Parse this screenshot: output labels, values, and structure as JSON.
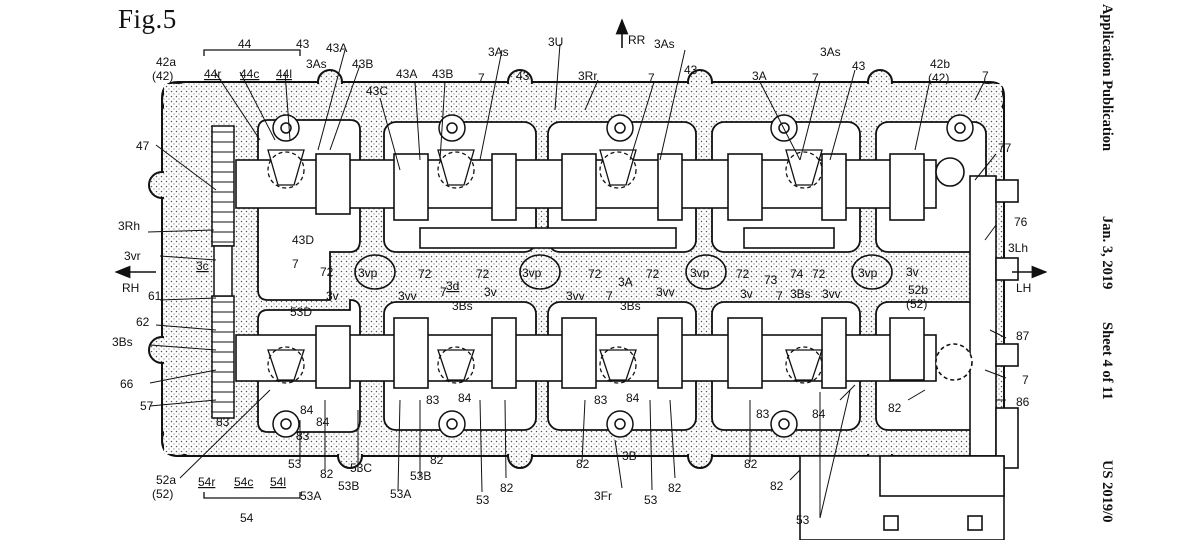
{
  "header": {
    "figure_label": "Fig.5",
    "publication_type": "Application Publication",
    "date": "Jan. 3, 2019",
    "sheet": "Sheet 4 of 11",
    "number": "US 2019/0"
  },
  "directions": {
    "rear": "RR",
    "right": "RH",
    "left": "LH"
  },
  "labels": {
    "l44": "44",
    "l43": "43",
    "l42a": "42a",
    "l42a_p": "(42)",
    "l44r": "44r",
    "l44c": "44c",
    "l44l": "44l",
    "l43A_a": "43A",
    "l3As_a": "3As",
    "l43B_a": "43B",
    "l43A_b": "43A",
    "l43B_b": "43B",
    "l43C": "43C",
    "l3As_b": "3As",
    "l3U": "3U",
    "l3As_c": "3As",
    "l7_a": "7",
    "l43_b": "43",
    "l3Rr": "3Rr",
    "l7_b": "7",
    "l43_c": "43",
    "l3A_a": "3A",
    "l7_c": "7",
    "l3As_d": "3As",
    "l43_d": "43",
    "l42b": "42b",
    "l42b_p": "(42)",
    "l7_d": "7",
    "l77": "77",
    "l47": "47",
    "l3Rh": "3Rh",
    "l76": "76",
    "l3vr": "3vr",
    "l43D": "43D",
    "l3Lh": "3Lh",
    "l3c": "3c",
    "l7_e": "7",
    "l72_a": "72",
    "l3vp_a": "3vp",
    "l72_b": "72",
    "l3d": "3d",
    "l72_c": "72",
    "l3vp_b": "3vp",
    "l72_d": "72",
    "l3A_b": "3A",
    "l72_e": "72",
    "l3vp_c": "3vp",
    "l72_f": "72",
    "l73": "73",
    "l74": "74",
    "l72_g": "72",
    "l3vp_d": "3vp",
    "l3v_a": "3v",
    "l61": "61",
    "l3v_b": "3v",
    "l3vv_a": "3vv",
    "l7_f": "7",
    "l3Bs_a": "3Bs",
    "l3v_c": "3v",
    "l3vv_b": "3vv",
    "l7_g": "7",
    "l3Bs_b": "3Bs",
    "l3vv_c": "3vv",
    "l3v_d": "3v",
    "l7_h": "7",
    "l3Bs_c": "3Bs",
    "l3vv_d": "3vv",
    "l52b": "52b",
    "l52_a": "(52)",
    "l53D": "53D",
    "l62": "62",
    "l87": "87",
    "l3Bs_d": "3Bs",
    "l66": "66",
    "l7_i": "7",
    "l57": "57",
    "l84_a": "84",
    "l83_a": "83",
    "l83_b": "83",
    "l84_b": "84",
    "l83_c": "83",
    "l84_c": "84",
    "l83_d": "83",
    "l84_d": "84",
    "l82_a": "82",
    "l86": "86",
    "l83_e": "83",
    "l84_e": "84",
    "l53_a": "53",
    "l82_b": "82",
    "l53C": "53C",
    "l82_c": "82",
    "l53B_a": "53B",
    "l3B": "3B",
    "l82_d": "82",
    "l82_e": "82",
    "l82_f": "82",
    "l82_g": "82",
    "l52a": "52a",
    "l52_b": "(52)",
    "l54r": "54r",
    "l54c": "54c",
    "l54l": "54l",
    "l53A_a": "53A",
    "l53B_b": "53B",
    "l53A_b": "53A",
    "l53_b": "53",
    "l3Fr": "3Fr",
    "l53_c": "53",
    "l82_h": "82",
    "l53_d": "53",
    "l54": "54"
  }
}
